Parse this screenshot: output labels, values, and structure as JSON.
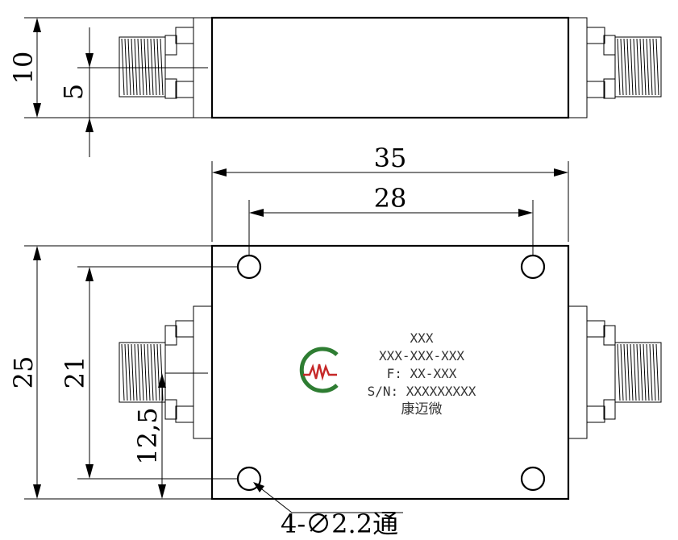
{
  "drawing": {
    "side_view": {
      "height_dim": "10",
      "center_dim": "5"
    },
    "top_view": {
      "length_dim": "35",
      "hole_spacing_x": "28",
      "width_dim": "25",
      "hole_spacing_y": "21",
      "connector_offset": "12,5",
      "hole_callout": "4-∅2.2通"
    },
    "label": {
      "line1": "XXX",
      "line2": "XXX-XXX-XXX",
      "line3": "F: XX-XXX",
      "line4": "S/N: XXXXXXXXX",
      "line5": "康迈微"
    },
    "logo": {
      "name": "kangmaiwei-logo",
      "ring_color": "#2e7d32",
      "wave_color": "#c62828"
    }
  }
}
